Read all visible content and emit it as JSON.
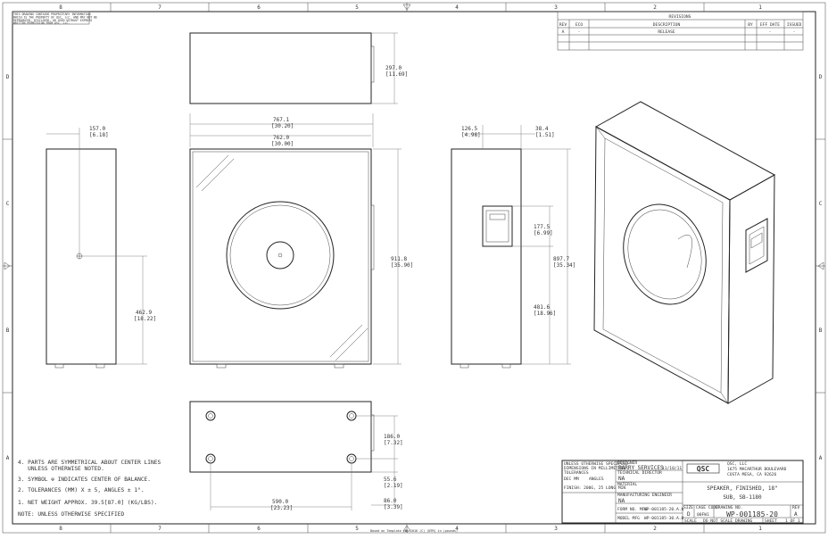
{
  "border": {
    "col_labels": [
      "8",
      "7",
      "6",
      "5",
      "4",
      "3",
      "2",
      "1"
    ],
    "row_labels": [
      "D",
      "C",
      "B",
      "A"
    ]
  },
  "proprietary_notice": [
    "THIS DRAWING CONTAINS PROPRIETARY INFORMATION",
    "WHICH IS THE PROPERTY OF QSC, LLC. AND MAY NOT BE",
    "REPRODUCED, DISCLOSED, OR USED WITHOUT EXPRESS",
    "WRITTEN PERMISSION FROM QSC, LLC."
  ],
  "revisions": {
    "title": "REVISIONS",
    "headers": [
      "REV",
      "ECO",
      "DESCRIPTION",
      "BY",
      "EFF DATE",
      "ISSUED"
    ],
    "rows": [
      [
        "A",
        "-",
        "RELEASE",
        "",
        "-",
        "-"
      ]
    ]
  },
  "dimensions": {
    "top_height": {
      "mm": "297.0",
      "in": "[11.69]"
    },
    "front_width_outer": {
      "mm": "767.1",
      "in": "[30.20]"
    },
    "front_width": {
      "mm": "762.0",
      "in": "[30.00]"
    },
    "front_height": {
      "mm": "911.8",
      "in": "[35.90]"
    },
    "side_cg": {
      "mm": "157.0",
      "in": "[6.18]"
    },
    "side_cg_height": {
      "mm": "462.9",
      "in": "[18.22]"
    },
    "right_depth": {
      "mm": "126.5",
      "in": "[4.98]"
    },
    "right_small": {
      "mm": "38.4",
      "in": "[1.51]"
    },
    "right_height": {
      "mm": "897.7",
      "in": "[35.34]"
    },
    "panel_height": {
      "mm": "177.5",
      "in": "[6.99]"
    },
    "panel_from_floor": {
      "mm": "481.6",
      "in": "[18.96]"
    },
    "bottom_depth": {
      "mm": "186.0",
      "in": "[7.32]"
    },
    "bottom_foot": {
      "mm": "55.6",
      "in": "[2.19]"
    },
    "bottom_edge": {
      "mm": "86.0",
      "in": "[3.39]"
    },
    "bottom_width": {
      "mm": "590.0",
      "in": "[23.23]"
    }
  },
  "notes": [
    "4. PARTS ARE SYMMETRICAL ABOUT CENTER LINES",
    "   UNLESS OTHERWISE NOTED.",
    "3. SYMBOL ⊕ INDICATES CENTER OF BALANCE.",
    "2. TOLERANCES (MM) X ± 5, ANGLES ± 1°.",
    "1. NET WEIGHT APPROX. 39.5[87.0] (KG/LBS).",
    "NOTE: UNLESS OTHERWISE SPECIFIED"
  ],
  "title_block": {
    "spec_lines": [
      "UNLESS OTHERWISE SPECIFIED",
      "DIMENSIONS IN MILLIMETERS",
      "TOLERANCES",
      "DEC MM",
      "ANGLES",
      "FINISH: 200G, 25 LONG MIN"
    ],
    "designer_label": "DESIGNER",
    "designer": "BARRY SERVICES",
    "design_date": "11/10/11",
    "tech_label": "TECHNICAL DIRECTOR",
    "tech": "NA",
    "material_label": "MATERIAL",
    "mfg_label": "MANUFACTURING ENGINEER",
    "mfg": "NA",
    "form_label": "FORM NO. MFG",
    "form_value": "WP-001185-20.A.0",
    "model_label": "MODEL MFG",
    "model_value": "WP-001185-30.A.0",
    "logo": "QSC",
    "company": "QSC, LLC",
    "address1": "1675 MACARTHUR BOULEVARD",
    "address2": "COSTA MESA, CA  92626",
    "title1": "SPEAKER, FINISHED, 18\"",
    "title2": "SUB, SB-1180",
    "size_label": "SIZE",
    "size": "D",
    "cage_label": "CAGE CODE",
    "cage": "00FW1",
    "dwg_label": "DRAWING NO.",
    "dwg": "WP-001185-20",
    "rev_label": "REV",
    "rev": "A",
    "scale_label": "SCALE",
    "no_scale": "DO NOT SCALE DRAWING",
    "sheet_label": "SHEET",
    "sheet": "1 OF 1"
  },
  "footer": "Based on Template (B) 2016 (C) (NTM) in (pounds)"
}
